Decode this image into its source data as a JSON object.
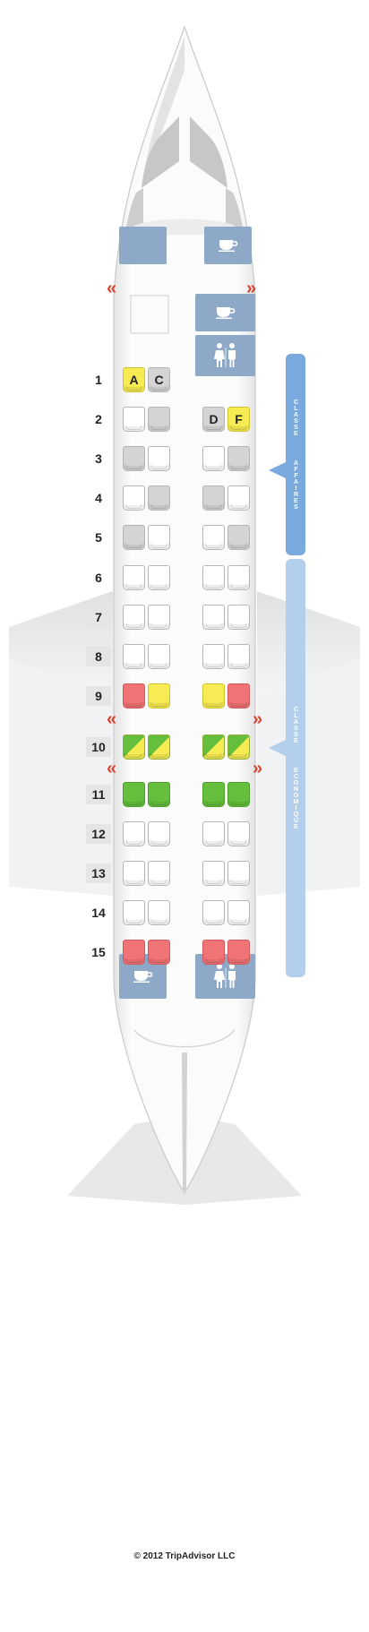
{
  "rows": [
    {
      "num": "1",
      "wing": false,
      "seats": [
        {
          "side": "left",
          "col": 0,
          "status": "caution",
          "letter": "A"
        },
        {
          "side": "left",
          "col": 1,
          "status": "unavailable",
          "letter": "C"
        }
      ]
    },
    {
      "num": "2",
      "wing": false,
      "seats": [
        {
          "side": "left",
          "col": 0,
          "status": "standard",
          "letter": ""
        },
        {
          "side": "left",
          "col": 1,
          "status": "unavailable",
          "letter": ""
        },
        {
          "side": "right",
          "col": 0,
          "status": "unavailable",
          "letter": "D"
        },
        {
          "side": "right",
          "col": 1,
          "status": "caution",
          "letter": "F"
        }
      ]
    },
    {
      "num": "3",
      "wing": false,
      "seats": [
        {
          "side": "left",
          "col": 0,
          "status": "unavailable",
          "letter": ""
        },
        {
          "side": "left",
          "col": 1,
          "status": "standard",
          "letter": ""
        },
        {
          "side": "right",
          "col": 0,
          "status": "standard",
          "letter": ""
        },
        {
          "side": "right",
          "col": 1,
          "status": "unavailable",
          "letter": ""
        }
      ]
    },
    {
      "num": "4",
      "wing": false,
      "seats": [
        {
          "side": "left",
          "col": 0,
          "status": "standard",
          "letter": ""
        },
        {
          "side": "left",
          "col": 1,
          "status": "unavailable",
          "letter": ""
        },
        {
          "side": "right",
          "col": 0,
          "status": "unavailable",
          "letter": ""
        },
        {
          "side": "right",
          "col": 1,
          "status": "standard",
          "letter": ""
        }
      ]
    },
    {
      "num": "5",
      "wing": false,
      "seats": [
        {
          "side": "left",
          "col": 0,
          "status": "unavailable",
          "letter": ""
        },
        {
          "side": "left",
          "col": 1,
          "status": "standard",
          "letter": ""
        },
        {
          "side": "right",
          "col": 0,
          "status": "standard",
          "letter": ""
        },
        {
          "side": "right",
          "col": 1,
          "status": "unavailable",
          "letter": ""
        }
      ]
    },
    {
      "num": "6",
      "wing": false,
      "seats": [
        {
          "side": "left",
          "col": 0,
          "status": "standard",
          "letter": ""
        },
        {
          "side": "left",
          "col": 1,
          "status": "standard",
          "letter": ""
        },
        {
          "side": "right",
          "col": 0,
          "status": "standard",
          "letter": ""
        },
        {
          "side": "right",
          "col": 1,
          "status": "standard",
          "letter": ""
        }
      ]
    },
    {
      "num": "7",
      "wing": true,
      "seats": [
        {
          "side": "left",
          "col": 0,
          "status": "standard",
          "letter": ""
        },
        {
          "side": "left",
          "col": 1,
          "status": "standard",
          "letter": ""
        },
        {
          "side": "right",
          "col": 0,
          "status": "standard",
          "letter": ""
        },
        {
          "side": "right",
          "col": 1,
          "status": "standard",
          "letter": ""
        }
      ]
    },
    {
      "num": "8",
      "wing": true,
      "seats": [
        {
          "side": "left",
          "col": 0,
          "status": "standard",
          "letter": ""
        },
        {
          "side": "left",
          "col": 1,
          "status": "standard",
          "letter": ""
        },
        {
          "side": "right",
          "col": 0,
          "status": "standard",
          "letter": ""
        },
        {
          "side": "right",
          "col": 1,
          "status": "standard",
          "letter": ""
        }
      ]
    },
    {
      "num": "9",
      "wing": true,
      "seats": [
        {
          "side": "left",
          "col": 0,
          "status": "bad",
          "letter": ""
        },
        {
          "side": "left",
          "col": 1,
          "status": "caution",
          "letter": ""
        },
        {
          "side": "right",
          "col": 0,
          "status": "caution",
          "letter": ""
        },
        {
          "side": "right",
          "col": 1,
          "status": "bad",
          "letter": ""
        }
      ]
    },
    {
      "num": "10",
      "wing": true,
      "seats": [
        {
          "side": "left",
          "col": 0,
          "status": "mixed",
          "letter": ""
        },
        {
          "side": "left",
          "col": 1,
          "status": "mixed",
          "letter": ""
        },
        {
          "side": "right",
          "col": 0,
          "status": "mixed",
          "letter": ""
        },
        {
          "side": "right",
          "col": 1,
          "status": "mixed",
          "letter": ""
        }
      ]
    },
    {
      "num": "11",
      "wing": true,
      "seats": [
        {
          "side": "left",
          "col": 0,
          "status": "good",
          "letter": ""
        },
        {
          "side": "left",
          "col": 1,
          "status": "good",
          "letter": ""
        },
        {
          "side": "right",
          "col": 0,
          "status": "good",
          "letter": ""
        },
        {
          "side": "right",
          "col": 1,
          "status": "good",
          "letter": ""
        }
      ]
    },
    {
      "num": "12",
      "wing": true,
      "seats": [
        {
          "side": "left",
          "col": 0,
          "status": "standard",
          "letter": ""
        },
        {
          "side": "left",
          "col": 1,
          "status": "standard",
          "letter": ""
        },
        {
          "side": "right",
          "col": 0,
          "status": "standard",
          "letter": ""
        },
        {
          "side": "right",
          "col": 1,
          "status": "standard",
          "letter": ""
        }
      ]
    },
    {
      "num": "13",
      "wing": true,
      "seats": [
        {
          "side": "left",
          "col": 0,
          "status": "standard",
          "letter": ""
        },
        {
          "side": "left",
          "col": 1,
          "status": "standard",
          "letter": ""
        },
        {
          "side": "right",
          "col": 0,
          "status": "standard",
          "letter": ""
        },
        {
          "side": "right",
          "col": 1,
          "status": "standard",
          "letter": ""
        }
      ]
    },
    {
      "num": "14",
      "wing": false,
      "seats": [
        {
          "side": "left",
          "col": 0,
          "status": "standard",
          "letter": ""
        },
        {
          "side": "left",
          "col": 1,
          "status": "standard",
          "letter": ""
        },
        {
          "side": "right",
          "col": 0,
          "status": "standard",
          "letter": ""
        },
        {
          "side": "right",
          "col": 1,
          "status": "standard",
          "letter": ""
        }
      ]
    },
    {
      "num": "15",
      "wing": false,
      "seats": [
        {
          "side": "left",
          "col": 0,
          "status": "bad",
          "letter": ""
        },
        {
          "side": "left",
          "col": 1,
          "status": "bad",
          "letter": ""
        },
        {
          "side": "right",
          "col": 0,
          "status": "bad",
          "letter": ""
        },
        {
          "side": "right",
          "col": 1,
          "status": "bad",
          "letter": ""
        }
      ]
    }
  ],
  "status_colors": {
    "standard": "#ffffff",
    "unavailable": "#d4d4d4",
    "bad": "#f07476",
    "good": "#66bf3c",
    "caution": "#f6eb52"
  },
  "facilities": {
    "galley_icon": "coffee-cup-icon",
    "lavatory_icon": "restroom-icon"
  },
  "exit_arrows": {
    "left": "«",
    "right": "»"
  },
  "cabin_classes": [
    {
      "key": "affaires",
      "words": [
        "CLASSE",
        "AFFAIRES"
      ],
      "color": "#7aa9de"
    },
    {
      "key": "eco",
      "words": [
        "CLASSE",
        "ECONOMIQUE"
      ],
      "color": "#b3cfec"
    }
  ],
  "footer": {
    "copyright": "© 2012 TripAdvisor LLC"
  }
}
